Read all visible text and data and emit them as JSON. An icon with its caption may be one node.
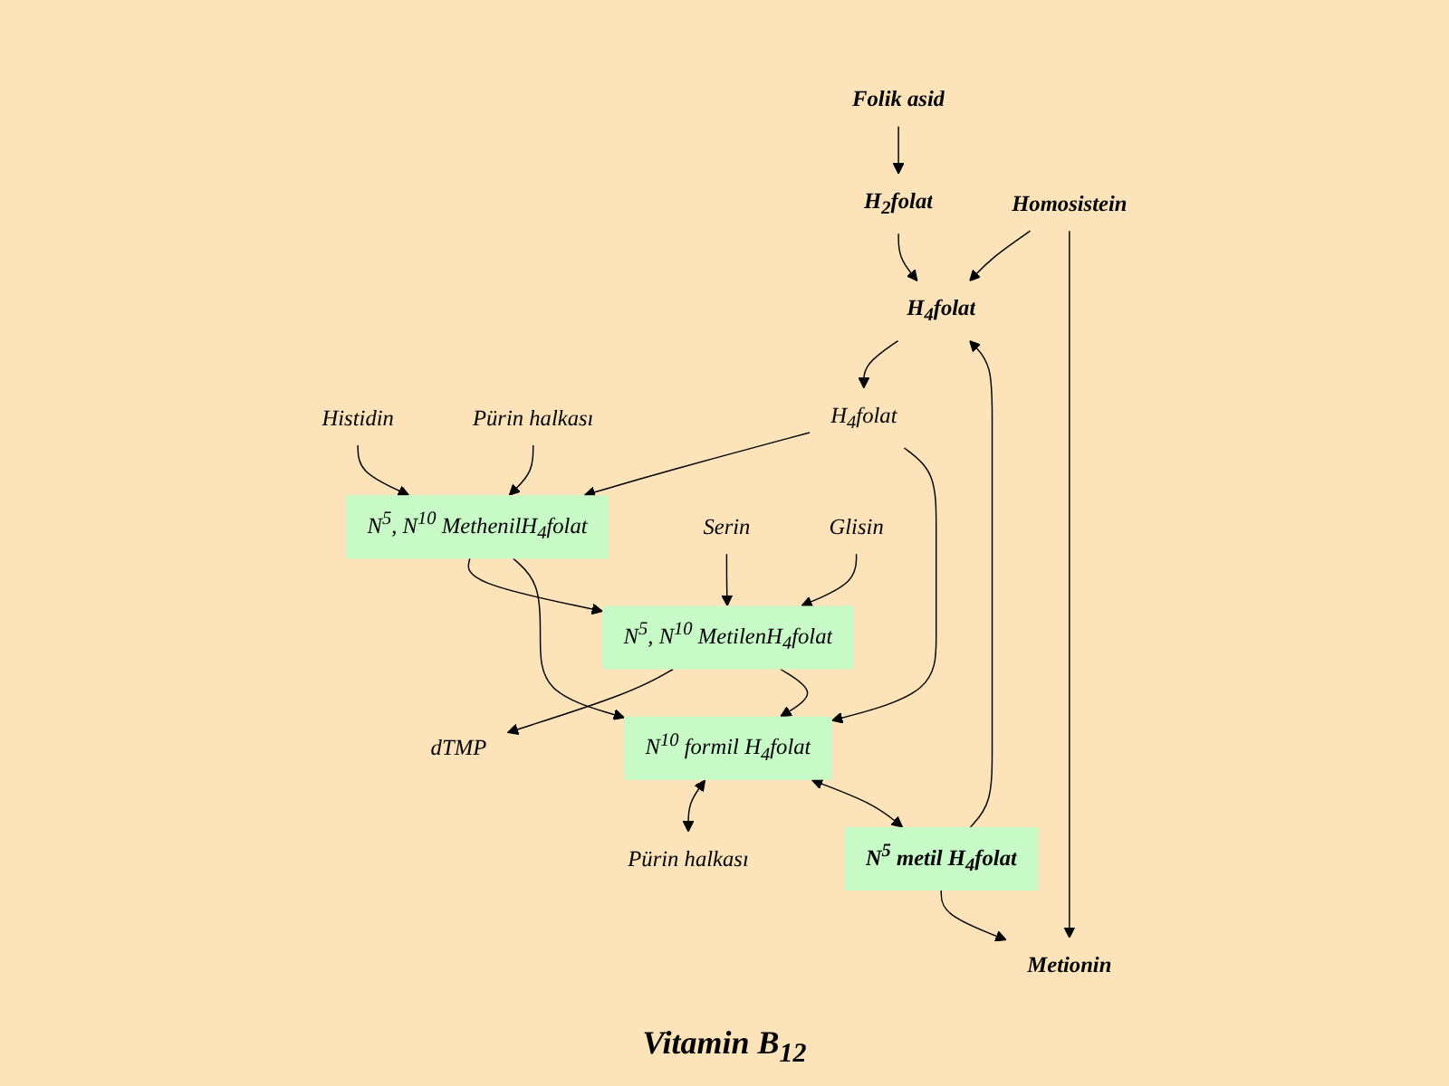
{
  "diagram": {
    "nodes": [
      {
        "text": [
          "Folik asid"
        ]
      },
      {
        "text": [
          "Histidin"
        ]
      },
      {
        "text": [
          "Pürin halkası"
        ]
      },
      {
        "text": [
          "H$_{2}$folat"
        ]
      },
      {
        "text": [
          "N$^{5}$, N$^{10}$ MethenilH$_{4}$folat"
        ]
      },
      {
        "text": [
          "dTMP"
        ]
      },
      {
        "text": [
          "H$_{4}$folat"
        ]
      },
      {
        "text": [
          "H$_{4}$folat"
        ]
      },
      {
        "text": [
          "N$^{5}$, N$^{10}$ MetilenH$_{4}$folat"
        ]
      },
      {
        "text": [
          "Serin"
        ]
      },
      {
        "text": [
          "Glisin"
        ]
      },
      {
        "text": [
          "N$^{10}$ formil H$_{4}$folat"
        ]
      },
      {
        "text": [
          "Pürin halkası"
        ]
      },
      {
        "text": [
          "N$^{5}$ metil H$_{4}$folat"
        ]
      },
      {
        "text": [
          "Metionin"
        ]
      },
      {
        "text": [
          "Homosistein"
        ]
      }
    ],
    "edges": [
      {
        "from": 0,
        "to": 3,
        "arrow": "to"
      },
      {
        "from": 3,
        "to": 6,
        "arrow": "to"
      },
      {
        "from": 6,
        "to": 7,
        "arrow": "to"
      },
      {
        "from": 1,
        "to": 4,
        "arrow": "to"
      },
      {
        "from": 2,
        "to": 4,
        "arrow": "to"
      },
      {
        "from": 7,
        "to": 4,
        "arrow": "to"
      },
      {
        "from": 7,
        "to": 11,
        "arrow": "to"
      },
      {
        "from": 4,
        "to": 8,
        "arrow": "to"
      },
      {
        "from": 4,
        "to": 11,
        "arrow": "to"
      },
      {
        "from": 8,
        "to": 5,
        "arrow": "to"
      },
      {
        "from": 9,
        "to": 8,
        "arrow": "to"
      },
      {
        "from": 10,
        "to": 8,
        "arrow": "to"
      },
      {
        "from": 8,
        "to": 11,
        "arrow": "to"
      },
      {
        "from": 11,
        "to": 12,
        "arrow": "both"
      },
      {
        "from": 11,
        "to": 13,
        "arrow": "both"
      },
      {
        "from": 13,
        "to": 6,
        "arrow": "to"
      },
      {
        "from": 13,
        "to": 14,
        "arrow": "to"
      },
      {
        "from": 15,
        "to": 6,
        "arrow": "to"
      },
      {
        "from": 15,
        "to": 14,
        "arrow": "to"
      }
    ],
    "labels": [
      "Vitamin B$_{12}$"
    ]
  }
}
